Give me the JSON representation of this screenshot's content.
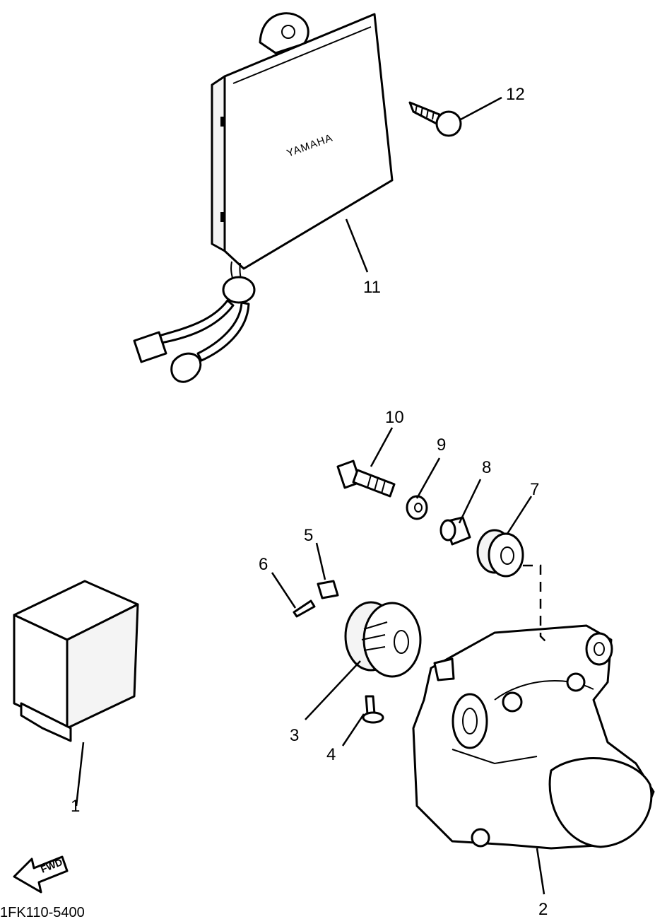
{
  "diagram": {
    "brand_label": "YAMAHA",
    "direction_label": "FWD",
    "diagram_code": "1FK110-5400",
    "callouts": [
      "1",
      "2",
      "3",
      "4",
      "5",
      "6",
      "7",
      "8",
      "9",
      "10",
      "11",
      "12"
    ]
  }
}
